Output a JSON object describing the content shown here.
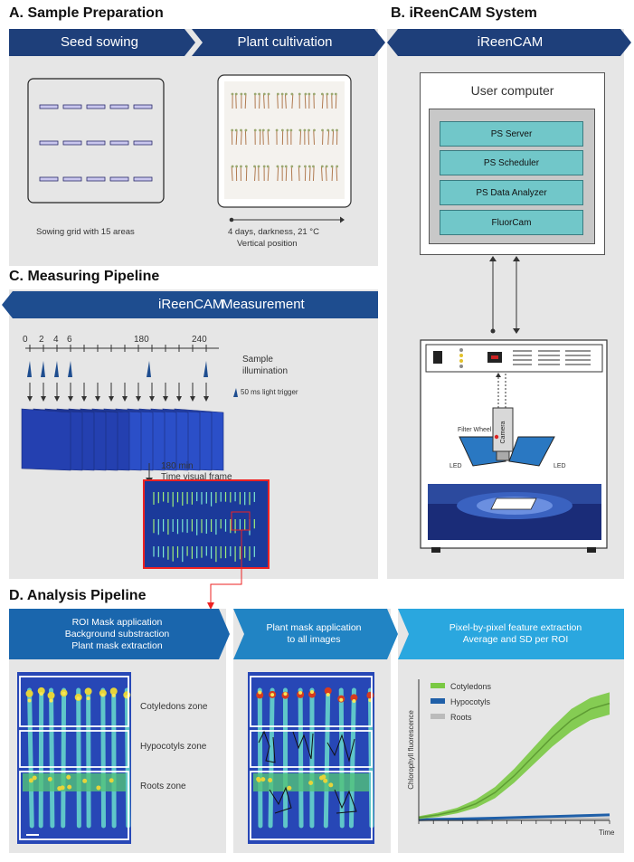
{
  "sections": {
    "a_title": "A. Sample Preparation",
    "b_title": "B. iReenCAM System",
    "c_title": "C. Measuring Pipeline",
    "d_title": "D. Analysis Pipeline"
  },
  "sample_prep": {
    "step1": "Seed sowing",
    "step2": "Plant cultivation",
    "sowing_caption": "Sowing grid with 15 areas",
    "cultivation_line1": "4 days, darkness, 21 °C",
    "cultivation_line2": "Vertical position"
  },
  "system": {
    "banner": "iReenCAM",
    "computer_label": "User computer",
    "modules": [
      "PS Server",
      "PS Scheduler",
      "PS Data Analyzer",
      "FluorCam"
    ],
    "filter_wheel": "Filter Wheel",
    "camera": "Camera",
    "led_left": "LED",
    "led_right": "LED"
  },
  "measuring": {
    "banner_left": "iReenCAM",
    "banner_right": "Measurement",
    "ticks": [
      "0",
      "2",
      "4",
      "6",
      "180",
      "240"
    ],
    "illum_line1": "Sample",
    "illum_line2": "illumination",
    "trigger_label": "50 ms light trigger",
    "frame_line1": "180 min",
    "frame_line2": "Time visual frame"
  },
  "analysis": {
    "step1_lines": [
      "ROI Mask application",
      "Background substraction",
      "Plant mask extraction"
    ],
    "step2_lines": [
      "Plant mask application",
      "to all images"
    ],
    "step3_lines": [
      "Pixel-by-pixel feature extraction",
      "Average and SD per ROI"
    ],
    "zones": [
      "Cotyledons zone",
      "Hypocotyls zone",
      "Roots zone"
    ]
  },
  "chart_data": {
    "type": "line",
    "title": "",
    "xlabel": "Time",
    "ylabel": "Chlorophyll fluorescence",
    "legend_position": "top-left",
    "x": [
      0,
      1,
      2,
      3,
      4,
      5,
      6,
      7,
      8,
      9,
      10
    ],
    "series": [
      {
        "name": "Cotyledons",
        "color": "#7ac943",
        "values": [
          2,
          4,
          7,
          12,
          20,
          32,
          46,
          60,
          72,
          80,
          84
        ],
        "sd": [
          1,
          1.5,
          2,
          3,
          4,
          5,
          6,
          7,
          8,
          8,
          8
        ]
      },
      {
        "name": "Hypocotyls",
        "color": "#1f5fa8",
        "values": [
          0.5,
          0.8,
          1,
          1.3,
          1.6,
          2,
          2.4,
          2.8,
          3.2,
          3.6,
          4
        ],
        "sd": [
          0.3,
          0.3,
          0.3,
          0.4,
          0.4,
          0.4,
          0.5,
          0.5,
          0.5,
          0.5,
          0.5
        ]
      },
      {
        "name": "Roots",
        "color": "#bbbbbb",
        "values": [
          0.2,
          0.3,
          0.4,
          0.5,
          0.6,
          0.7,
          0.8,
          0.9,
          1,
          1.1,
          1.2
        ],
        "sd": [
          0,
          0,
          0,
          0,
          0,
          0,
          0,
          0,
          0,
          0,
          0
        ]
      }
    ]
  }
}
